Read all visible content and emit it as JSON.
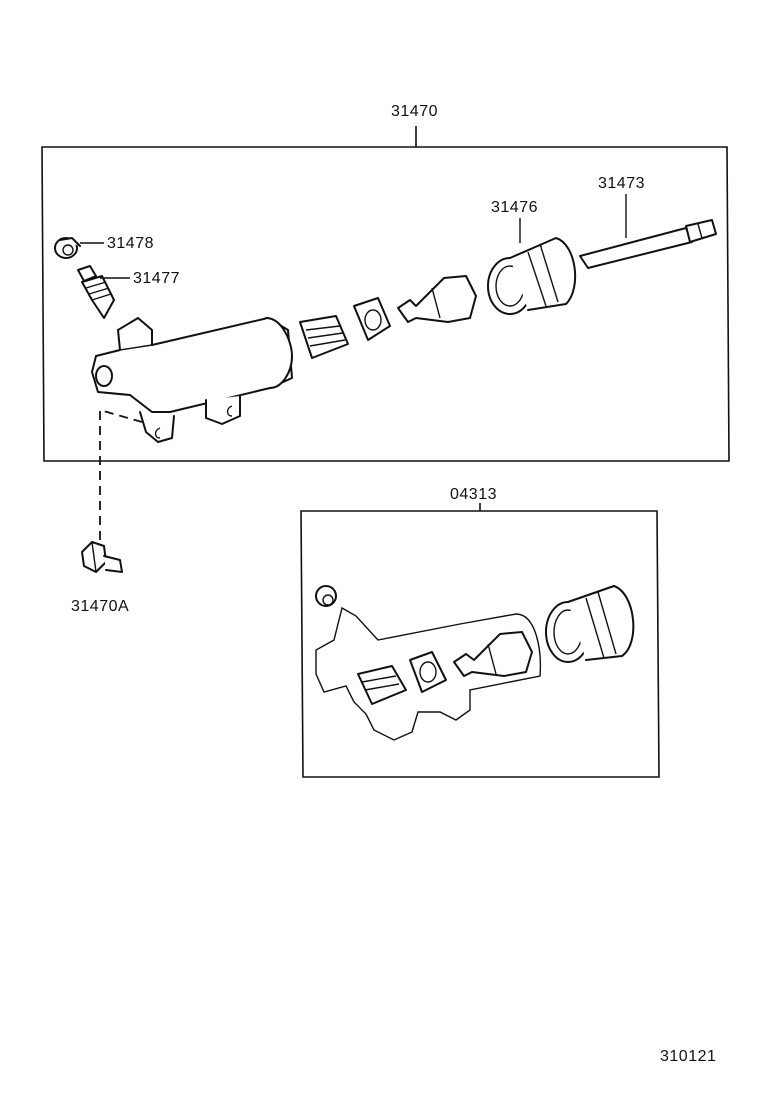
{
  "labels": {
    "assembly": "31470",
    "pushrod": "31473",
    "boot": "31476",
    "bleeder_cap": "31478",
    "bleeder_plug": "31477",
    "bolt": "31470A",
    "repair_kit": "04313",
    "figure_id": "310121"
  }
}
